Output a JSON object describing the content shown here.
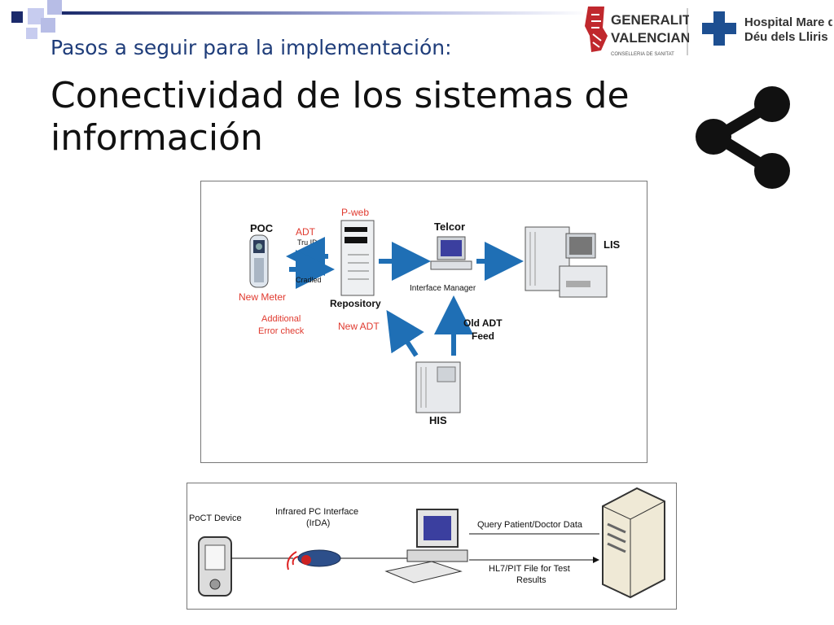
{
  "slide": {
    "subtitle": "Pasos a seguir para la implementación:",
    "title_line1": "Conectividad de los sistemas de",
    "title_line2": "información"
  },
  "logos": {
    "gva_line1": "GENERALITAT",
    "gva_line2": "VALENCIANA",
    "gva_line3": "CONSELLERIA DE SANITAT",
    "hospital_line1": "Hospital Mare de",
    "hospital_line2": "Déu dels Lliris"
  },
  "diagram1": {
    "poc": "POC",
    "adt": "ADT",
    "tru_id": "Tru ID",
    "cradled": "Cradled",
    "new_meter": "New Meter",
    "additional": "Additional",
    "error_check": "Error check",
    "pweb": "P-web",
    "repository": "Repository",
    "new_adt": "New ADT",
    "telcor": "Telcor",
    "interface_manager": "Interface Manager",
    "old_adt": "Old ADT",
    "feed": "Feed",
    "lis": "LIS",
    "his": "HIS"
  },
  "diagram2": {
    "poct_device": "PoCT Device",
    "infrared_line1": "Infrared PC Interface",
    "infrared_line2": "(IrDA)",
    "query": "Query Patient/Doctor Data",
    "hl7_line1": "HL7/PIT File for Test",
    "hl7_line2": "Results"
  },
  "colors": {
    "title_blue": "#1f3d7a",
    "deco_navy": "#1b2a6b",
    "deco_lavender": "#b7bde6",
    "arrow_blue": "#1f6fb5",
    "label_red": "#e03a2f"
  }
}
